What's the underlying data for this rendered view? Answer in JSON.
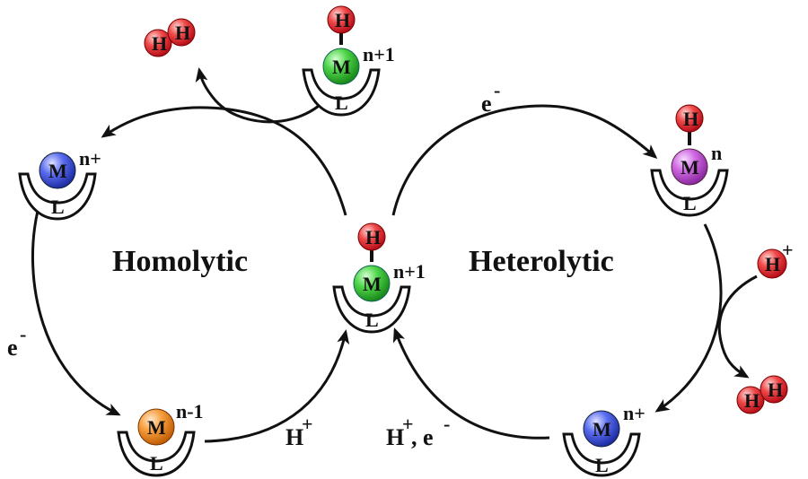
{
  "labels": {
    "homolytic": "Homolytic",
    "heterolytic": "Heterolytic",
    "electron_left": "e",
    "electron_top": "e",
    "minus": "-",
    "proton_bottom_left": "H",
    "proton_bottom_right": "H",
    "proton_electron_suffix": ", e",
    "plus": "+",
    "h_plus_right": "H"
  },
  "complexes": {
    "center": {
      "metal": "M",
      "ligand": "L",
      "hydride": "H",
      "charge": "n+1"
    },
    "top_left": {
      "metal": "M",
      "ligand": "L",
      "hydride": "H",
      "charge": "n+1"
    },
    "left": {
      "metal": "M",
      "ligand": "L",
      "charge": "n+"
    },
    "bottom_left": {
      "metal": "M",
      "ligand": "L",
      "charge": "n-1"
    },
    "top_right": {
      "metal": "M",
      "ligand": "L",
      "hydride": "H",
      "charge": "n"
    },
    "bottom_right": {
      "metal": "M",
      "ligand": "L",
      "charge": "n+"
    }
  },
  "dihydrogen": {
    "left": [
      "H",
      "H"
    ],
    "right": [
      "H",
      "H"
    ]
  },
  "colors": {
    "hydrogen": "#e8212b",
    "metal_green": "#2fb52d",
    "metal_blue": "#3b4fd6",
    "metal_orange": "#f08a1a",
    "metal_purple": "#c34fd4"
  }
}
